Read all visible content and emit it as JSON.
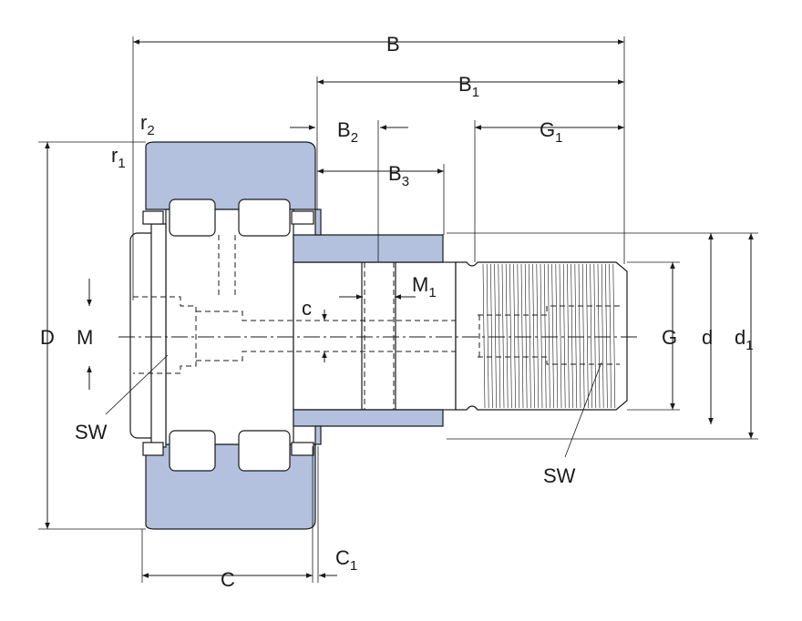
{
  "labels": {
    "B": "B",
    "B1": {
      "main": "B",
      "sub": "1"
    },
    "B2": {
      "main": "B",
      "sub": "2"
    },
    "B3": {
      "main": "B",
      "sub": "3"
    },
    "G1": {
      "main": "G",
      "sub": "1"
    },
    "r2": {
      "main": "r",
      "sub": "2"
    },
    "r1": {
      "main": "r",
      "sub": "1"
    },
    "D": "D",
    "M": "M",
    "M1": {
      "main": "M",
      "sub": "1"
    },
    "c": "c",
    "G": "G",
    "d": "d",
    "d1": {
      "main": "d",
      "sub": "1"
    },
    "SW_left": "SW",
    "SW_right": "SW",
    "C": "C",
    "C1": {
      "main": "C",
      "sub": "1"
    }
  },
  "colors": {
    "outer_ring": "#b3c1de",
    "line": "#1a1a1a",
    "background": "#ffffff"
  }
}
